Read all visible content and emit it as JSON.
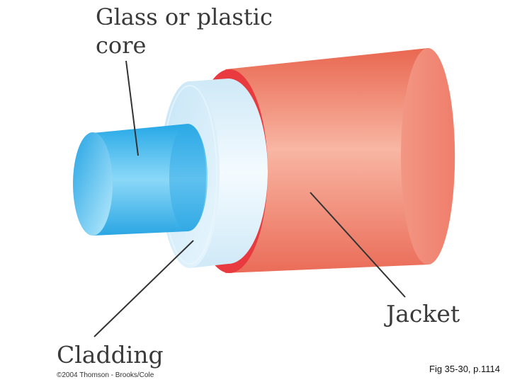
{
  "labels": {
    "core_line1": "Glass or plastic",
    "core_line2": "core",
    "jacket": "Jacket",
    "cladding": "Cladding"
  },
  "copyright": "©2004 Thomson - Brooks/Cole",
  "figure_ref": "Fig 35-30, p.1114",
  "colors": {
    "core": "#3fb6ea",
    "cladding": "#dff1fb",
    "jacket": "#ef7460",
    "jacket_rim": "#e83a3f"
  }
}
